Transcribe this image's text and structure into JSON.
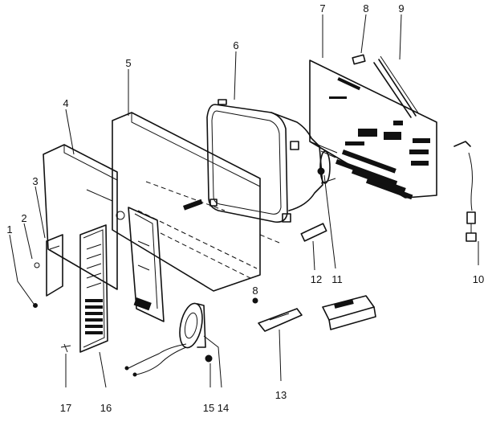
{
  "callouts": {
    "n1": "1",
    "n2": "2",
    "n3": "3",
    "n4": "4",
    "n5": "5",
    "n6": "6",
    "n7": "7",
    "n8": "8",
    "n9": "9",
    "n10": "10",
    "n11": "11",
    "n12": "12",
    "n13": "13",
    "n14": "14",
    "n15": "15",
    "n16": "16",
    "n17": "17",
    "n8b": "8"
  }
}
